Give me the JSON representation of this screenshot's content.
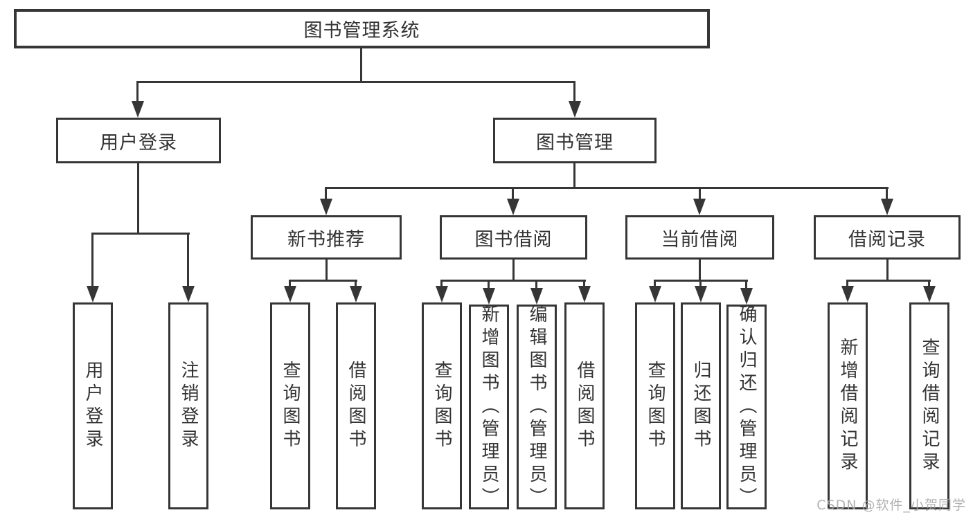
{
  "diagram": {
    "type": "tree",
    "root": {
      "label": "图书管理系统",
      "children": [
        {
          "label": "用户登录",
          "children": [
            {
              "label": "用户登录"
            },
            {
              "label": "注销登录"
            }
          ]
        },
        {
          "label": "图书管理",
          "children": [
            {
              "label": "新书推荐",
              "children": [
                {
                  "label": "查询图书"
                },
                {
                  "label": "借阅图书"
                }
              ]
            },
            {
              "label": "图书借阅",
              "children": [
                {
                  "label": "查询图书"
                },
                {
                  "label": "新增图书（管理员）"
                },
                {
                  "label": "编辑图书（管理员）"
                },
                {
                  "label": "借阅图书"
                }
              ]
            },
            {
              "label": "当前借阅",
              "children": [
                {
                  "label": "查询图书"
                },
                {
                  "label": "归还图书"
                },
                {
                  "label": "确认归还（管理员）"
                }
              ]
            },
            {
              "label": "借阅记录",
              "children": [
                {
                  "label": "新增借阅记录"
                },
                {
                  "label": "查询借阅记录"
                }
              ]
            }
          ]
        }
      ]
    }
  },
  "watermark": "CSDN @软件_小贺同学",
  "colors": {
    "line": "#363636",
    "text": "#333333",
    "watermark": "#a5a5a5",
    "background": "#ffffff"
  }
}
